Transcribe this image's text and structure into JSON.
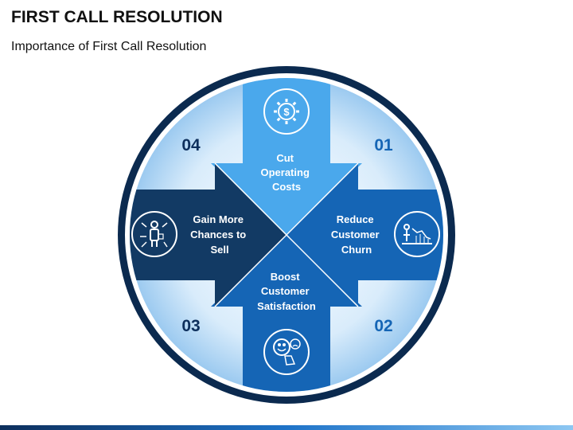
{
  "header": {
    "title": "FIRST CALL RESOLUTION",
    "subtitle": "Importance of First Call Resolution"
  },
  "stages": [
    {
      "number": "01",
      "lines": [
        "Cut",
        "Operating",
        "Costs"
      ],
      "icon": "dollar-gear-icon"
    },
    {
      "number": "02",
      "lines": [
        "Reduce",
        "Customer",
        "Churn"
      ],
      "icon": "declining-chart-person-icon"
    },
    {
      "number": "03",
      "lines": [
        "Boost",
        "Customer",
        "Satisfaction"
      ],
      "icon": "emoji-touch-icon"
    },
    {
      "number": "04",
      "lines": [
        "Gain More",
        "Chances to",
        "Sell"
      ],
      "icon": "person-network-icon"
    }
  ],
  "colors": {
    "ring": "#0b2a4f",
    "inner_fill": "#d6eafb",
    "arrow_light": "#4aa8ec",
    "arrow_medium": "#1565b5",
    "arrow_dark": "#123a64",
    "number_text": "#1565b5",
    "number_dark": "#0d2f5c"
  }
}
